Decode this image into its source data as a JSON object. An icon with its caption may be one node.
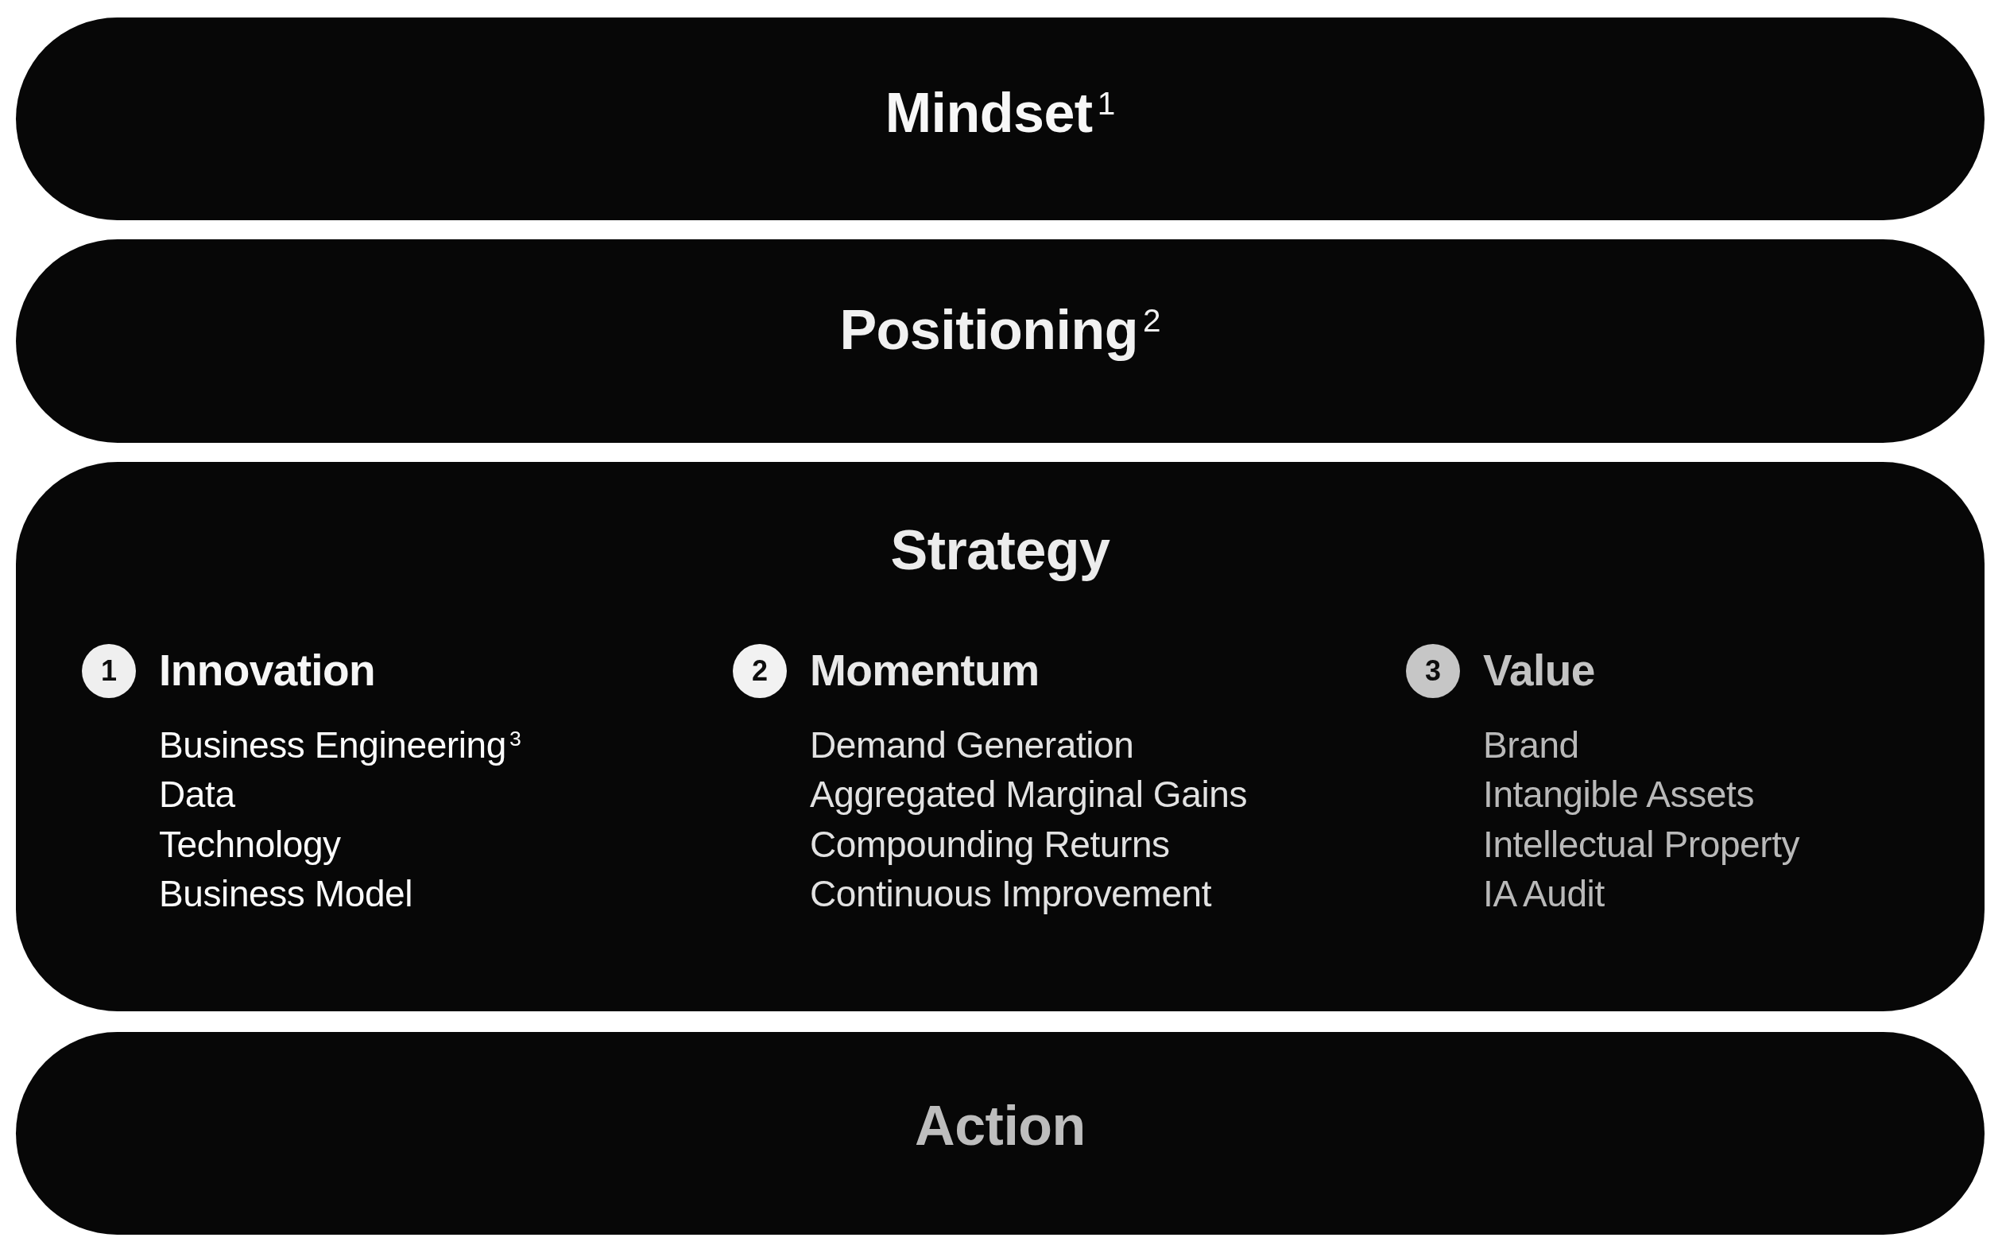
{
  "diagram": {
    "nodes": [
      {
        "text": [
          "Mindset$^{1}$"
        ]
      },
      {
        "text": [
          "Positioning$^{2}$"
        ]
      },
      {
        "text": [
          "Strategy"
        ]
      },
      {
        "text": [
          "1"
        ],
        "in": 2,
        "beside": [
          "Innovation",
          "Business Engineering$^{3}$",
          "Data",
          "Technology",
          "Business Model"
        ]
      },
      {
        "text": [
          "2"
        ],
        "in": 2,
        "beside": [
          "Momentum",
          "Demand Generation",
          "Aggregated Marginal Gains",
          "Compounding Returns",
          "Continuous Improvement"
        ]
      },
      {
        "text": [
          "3"
        ],
        "in": 2,
        "beside": [
          "Value",
          "Brand",
          "Intangible Assets",
          "Intellectual Property",
          "IA Audit"
        ]
      },
      {
        "text": [
          "Action"
        ]
      }
    ]
  }
}
